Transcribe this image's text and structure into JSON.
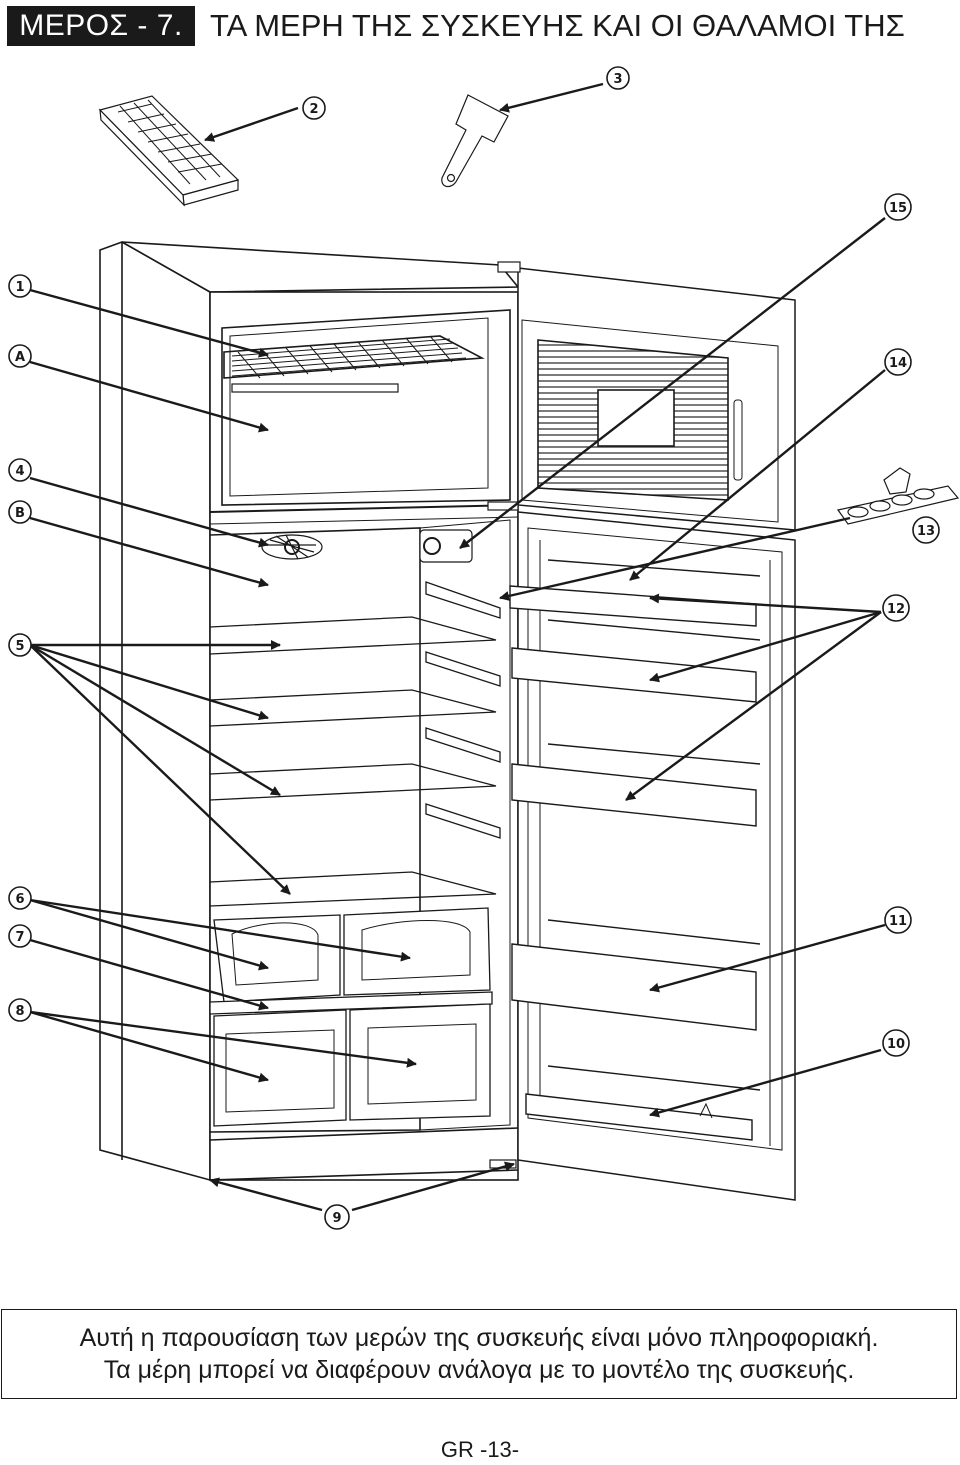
{
  "header": {
    "section_label": "ΜΕΡΟΣ - 7.",
    "title": "ΤΑ ΜΕΡΗ ΤΗΣ ΣΥΣΚΕΥΗΣ ΚΑΙ ΟΙ ΘΑΛΑΜΟΙ ΤΗΣ"
  },
  "callouts": {
    "c1": "1",
    "c2": "2",
    "c3": "3",
    "c4": "4",
    "c5": "5",
    "c6": "6",
    "c7": "7",
    "c8": "8",
    "c9": "9",
    "c10": "10",
    "c11": "11",
    "c12": "12",
    "c13": "13",
    "c14": "14",
    "c15": "15",
    "cA": "A",
    "cB": "B"
  },
  "note": {
    "line1": "Αυτή η παρουσίαση των μερών της συσκευής είναι μόνο πληροφοριακή.",
    "line2": "Τα μέρη μπορεί να διαφέρουν ανάλογα με το μοντέλο της συσκευής."
  },
  "footer": {
    "page_number": "GR -13-"
  },
  "colors": {
    "ink": "#1a1a1a",
    "background": "#ffffff",
    "header_badge": "#1a1a1a"
  }
}
